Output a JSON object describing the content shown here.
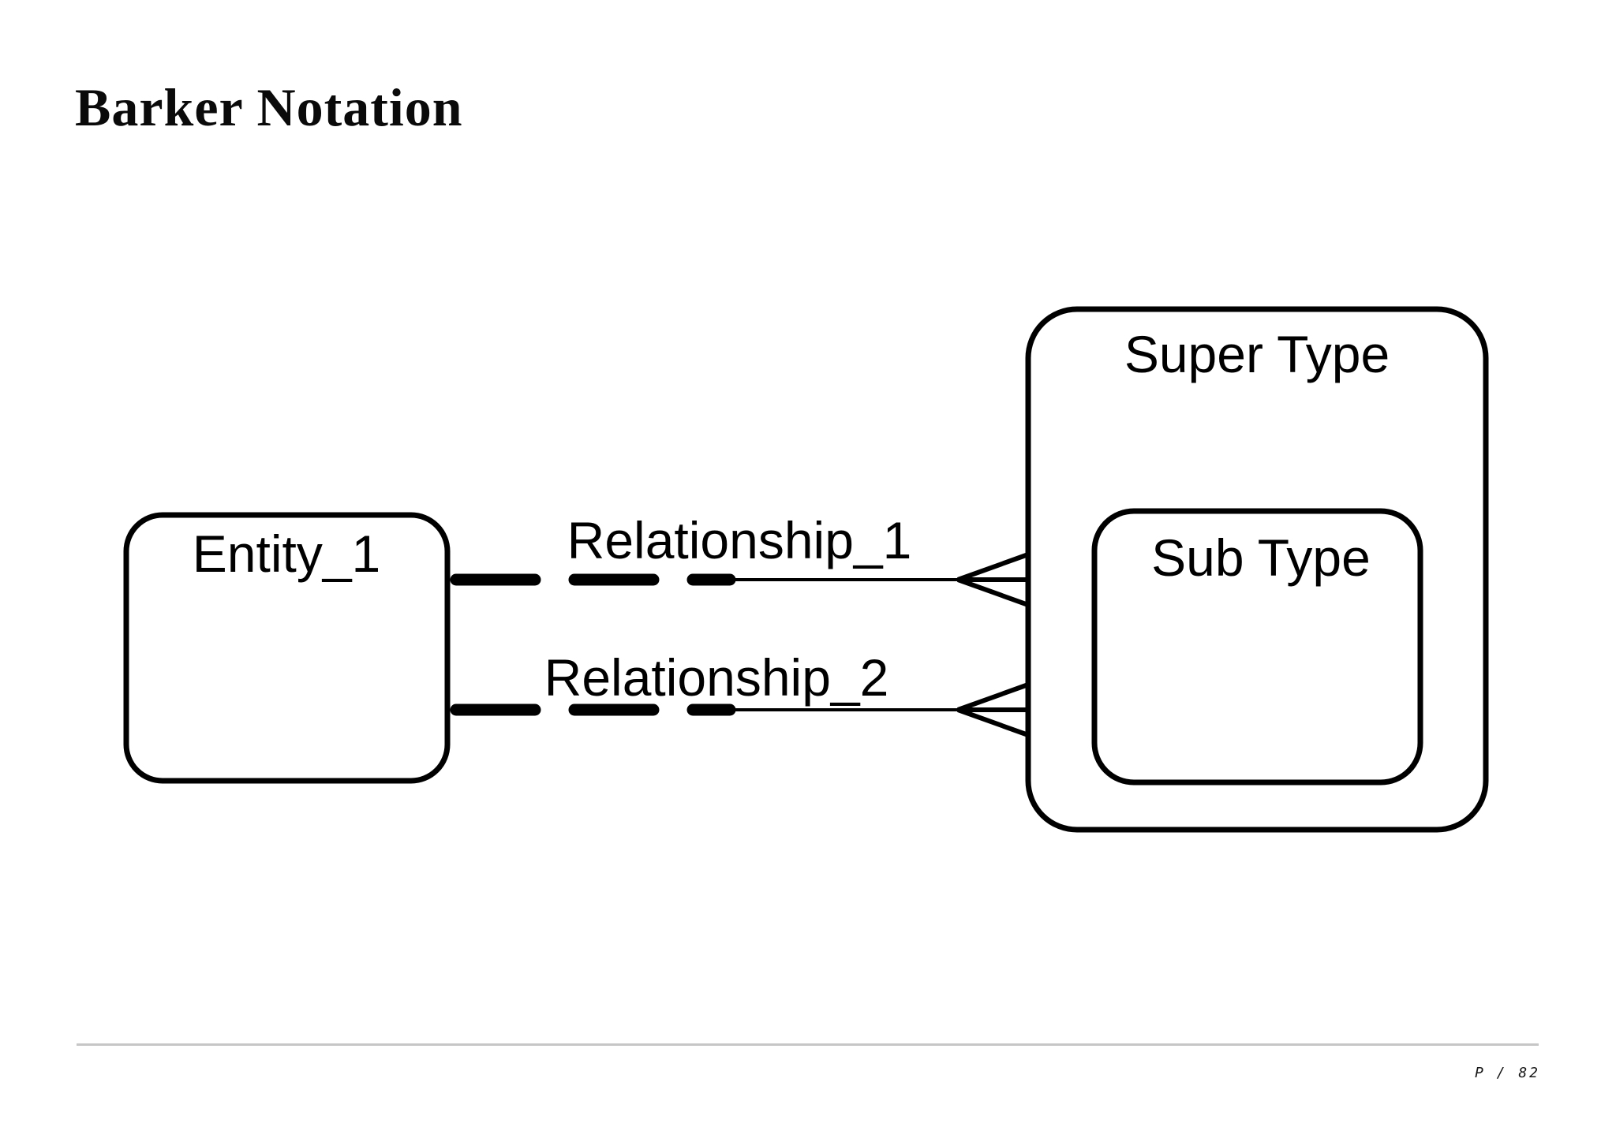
{
  "page": {
    "title": "Barker Notation",
    "background_color": "#ffffff",
    "footer": {
      "page_number": "P / 82",
      "divider_color": "#c6c6c6"
    }
  },
  "diagram": {
    "notation": "Barker",
    "stroke_color": "#000000",
    "entities": [
      {
        "label": "Entity_1",
        "kind": "entity"
      },
      {
        "label": "Super Type",
        "kind": "supertype entity"
      },
      {
        "label": "Sub Type",
        "kind": "subtype nested inside Super Type"
      }
    ],
    "relationships": [
      {
        "label": "Relationship_1",
        "from": "Entity_1",
        "to": "Super Type",
        "near_end_style": "dashed (optional)",
        "far_end_style": "solid with crow's foot (many)"
      },
      {
        "label": "Relationship_2",
        "from": "Entity_1",
        "to": "Super Type",
        "near_end_style": "dashed (optional)",
        "far_end_style": "solid with crow's foot (many)"
      }
    ]
  }
}
